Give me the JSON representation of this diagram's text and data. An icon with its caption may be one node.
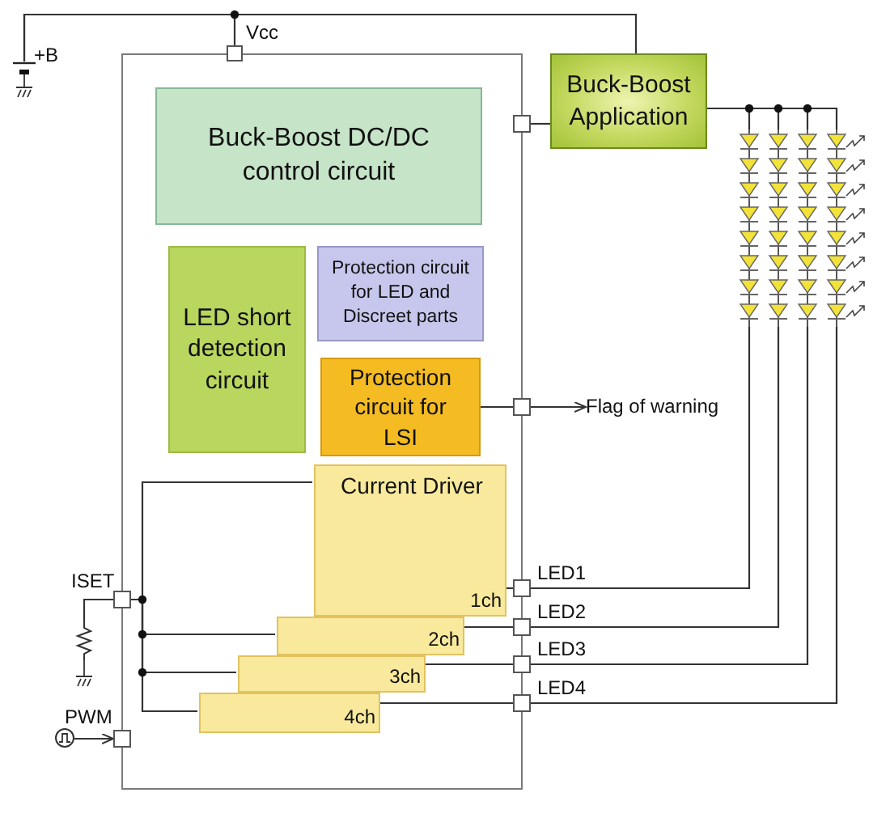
{
  "diagram": {
    "nodes": [
      {
        "text": [],
        "shape": "box"
      },
      {
        "text": [
          "Buck-Boost DC/DC control circuit"
        ],
        "in": 0
      },
      {
        "text": [
          "LED short detection circuit"
        ],
        "in": 0
      },
      {
        "text": [
          "Protection circuit for LED and Discreet parts"
        ],
        "in": 0
      },
      {
        "text": [
          "Protection circuit for LSI"
        ],
        "in": 0
      },
      {
        "text": [
          "Current Driver",
          "1ch"
        ],
        "in": 0
      },
      {
        "text": [
          "2ch"
        ],
        "in": 0
      },
      {
        "text": [
          "3ch"
        ],
        "in": 0
      },
      {
        "text": [
          "4ch"
        ],
        "in": 0
      },
      {
        "text": [
          "Buck-Boost Application"
        ]
      },
      {
        "text": [],
        "shape": "box",
        "beside": [
          "Vcc"
        ]
      },
      {
        "text": [],
        "shape": "box"
      },
      {
        "text": [],
        "shape": "box"
      },
      {
        "text": [],
        "shape": "box",
        "beside": [
          "LED1"
        ]
      },
      {
        "text": [],
        "shape": "box",
        "beside": [
          "LED2"
        ]
      },
      {
        "text": [],
        "shape": "box",
        "beside": [
          "LED3"
        ]
      },
      {
        "text": [],
        "shape": "box",
        "beside": [
          "LED4"
        ]
      },
      {
        "text": [],
        "shape": "box",
        "beside": [
          "ISET"
        ]
      },
      {
        "text": [],
        "shape": "box",
        "beside": [
          "PWM"
        ]
      },
      {
        "text": [],
        "shape": "battery",
        "beside": [
          "+B"
        ]
      },
      {
        "text": [],
        "shape": "diode"
      },
      {
        "text": [],
        "shape": "diode"
      },
      {
        "text": [],
        "shape": "diode"
      },
      {
        "text": [],
        "shape": "diode"
      },
      {
        "text": [],
        "shape": "resistor"
      },
      {
        "text": [],
        "shape": "circle"
      },
      {
        "text": [
          "Flag of warning"
        ]
      }
    ],
    "edges": [
      {
        "from": 19,
        "to": 10,
        "arrow": "none"
      },
      {
        "from": 19,
        "to": 9,
        "arrow": "none"
      },
      {
        "from": 11,
        "to": 9,
        "arrow": "none"
      },
      {
        "from": 9,
        "to": 20,
        "arrow": "none"
      },
      {
        "from": 9,
        "to": 21,
        "arrow": "none"
      },
      {
        "from": 9,
        "to": 22,
        "arrow": "none"
      },
      {
        "from": 9,
        "to": 23,
        "arrow": "none"
      },
      {
        "from": 20,
        "to": 13,
        "arrow": "none"
      },
      {
        "from": 21,
        "to": 14,
        "arrow": "none"
      },
      {
        "from": 22,
        "to": 15,
        "arrow": "none"
      },
      {
        "from": 23,
        "to": 16,
        "arrow": "none"
      },
      {
        "from": 4,
        "to": 12,
        "arrow": "none"
      },
      {
        "from": 12,
        "to": 26,
        "arrow": "to"
      },
      {
        "from": 5,
        "to": 13,
        "arrow": "none"
      },
      {
        "from": 6,
        "to": 14,
        "arrow": "none"
      },
      {
        "from": 7,
        "to": 15,
        "arrow": "none"
      },
      {
        "from": 8,
        "to": 16,
        "arrow": "none"
      },
      {
        "from": 17,
        "to": 5,
        "arrow": "none"
      },
      {
        "from": 17,
        "to": 6,
        "arrow": "none"
      },
      {
        "from": 17,
        "to": 7,
        "arrow": "none"
      },
      {
        "from": 17,
        "to": 8,
        "arrow": "none"
      },
      {
        "from": 17,
        "to": 24,
        "arrow": "none"
      },
      {
        "from": 25,
        "to": 18,
        "arrow": "to"
      }
    ]
  }
}
